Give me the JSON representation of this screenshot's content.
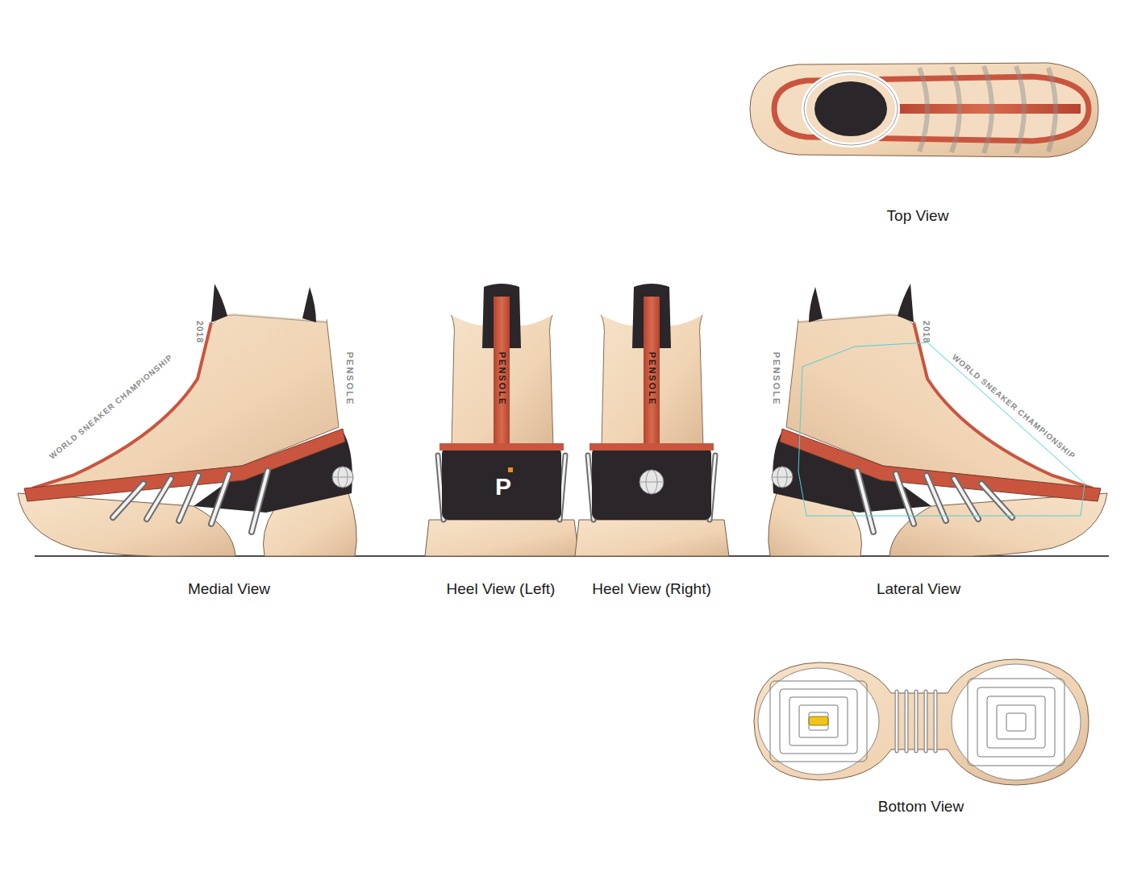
{
  "diagram": {
    "labels": [
      "Top View",
      "2018",
      "PENSOLE",
      "WORLD SNEAKER CHAMPIONSHIP",
      "PENSOLE",
      "P",
      "PENSOLE",
      "2018",
      "PENSOLE",
      "WORLD SNEAKER CHAMPIONSHIP",
      "Medial View",
      "Heel View (Left)",
      "Heel View (Right)",
      "Lateral View",
      "Bottom View"
    ]
  }
}
